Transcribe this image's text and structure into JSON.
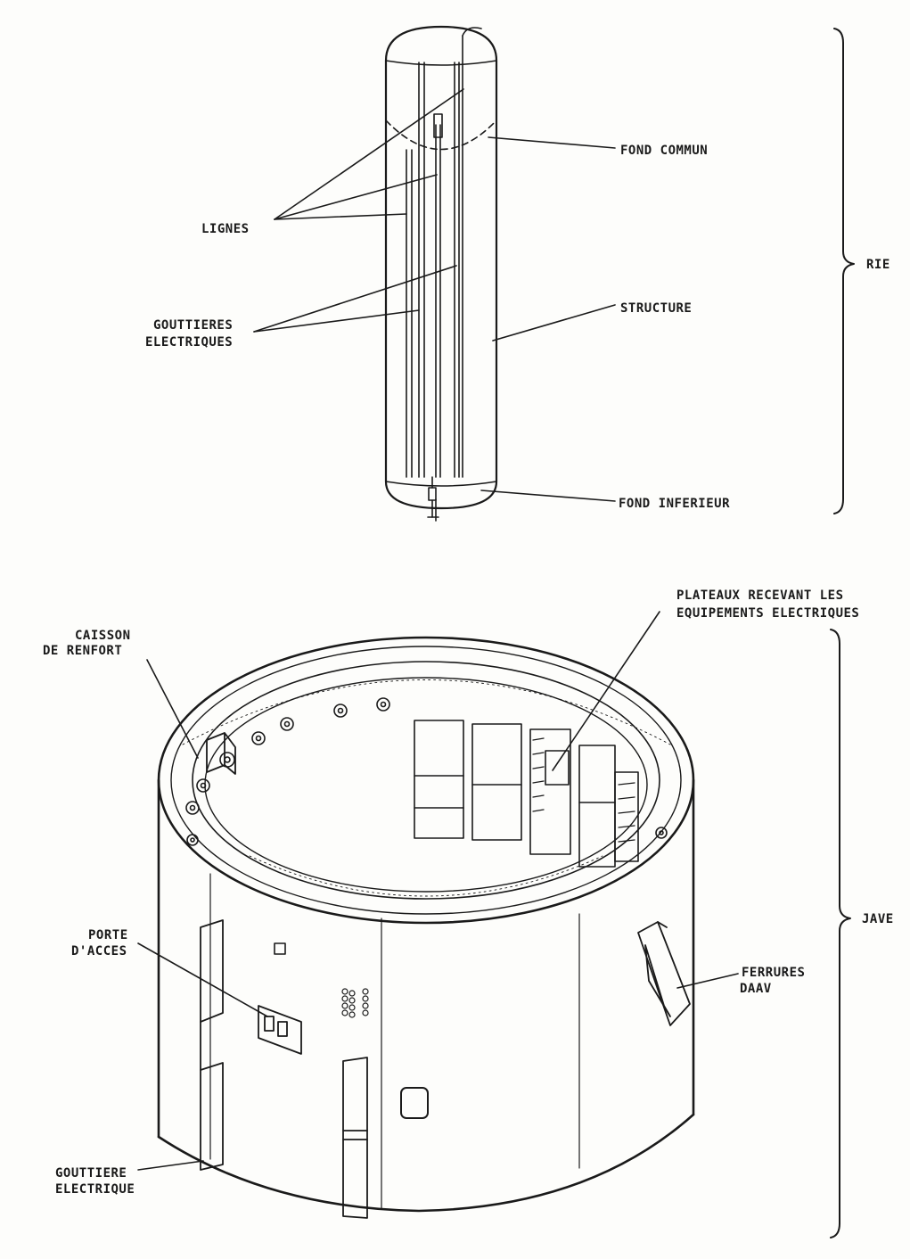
{
  "upper_assembly": {
    "labels": {
      "lignes": "LIGNES",
      "gouttieres_1": "GOUTTIERES",
      "gouttieres_2": "ELECTRIQUES",
      "fond_commun": "FOND COMMUN",
      "structure": "STRUCTURE",
      "fond_inferieur": "FOND INFERIEUR"
    },
    "bracket_label": "RIE"
  },
  "lower_assembly": {
    "labels": {
      "caisson_1": "CAISSON",
      "caisson_2": "DE RENFORT",
      "plateaux_1": "PLATEAUX RECEVANT LES",
      "plateaux_2": "EQUIPEMENTS ELECTRIQUES",
      "porte_1": "PORTE",
      "porte_2": "D'ACCES",
      "ferrures_1": "FERRURES",
      "ferrures_2": "DAAV",
      "gouttiere_1": "GOUTTIERE",
      "gouttiere_2": "ELECTRIQUE"
    },
    "bracket_label": "JAVE"
  }
}
